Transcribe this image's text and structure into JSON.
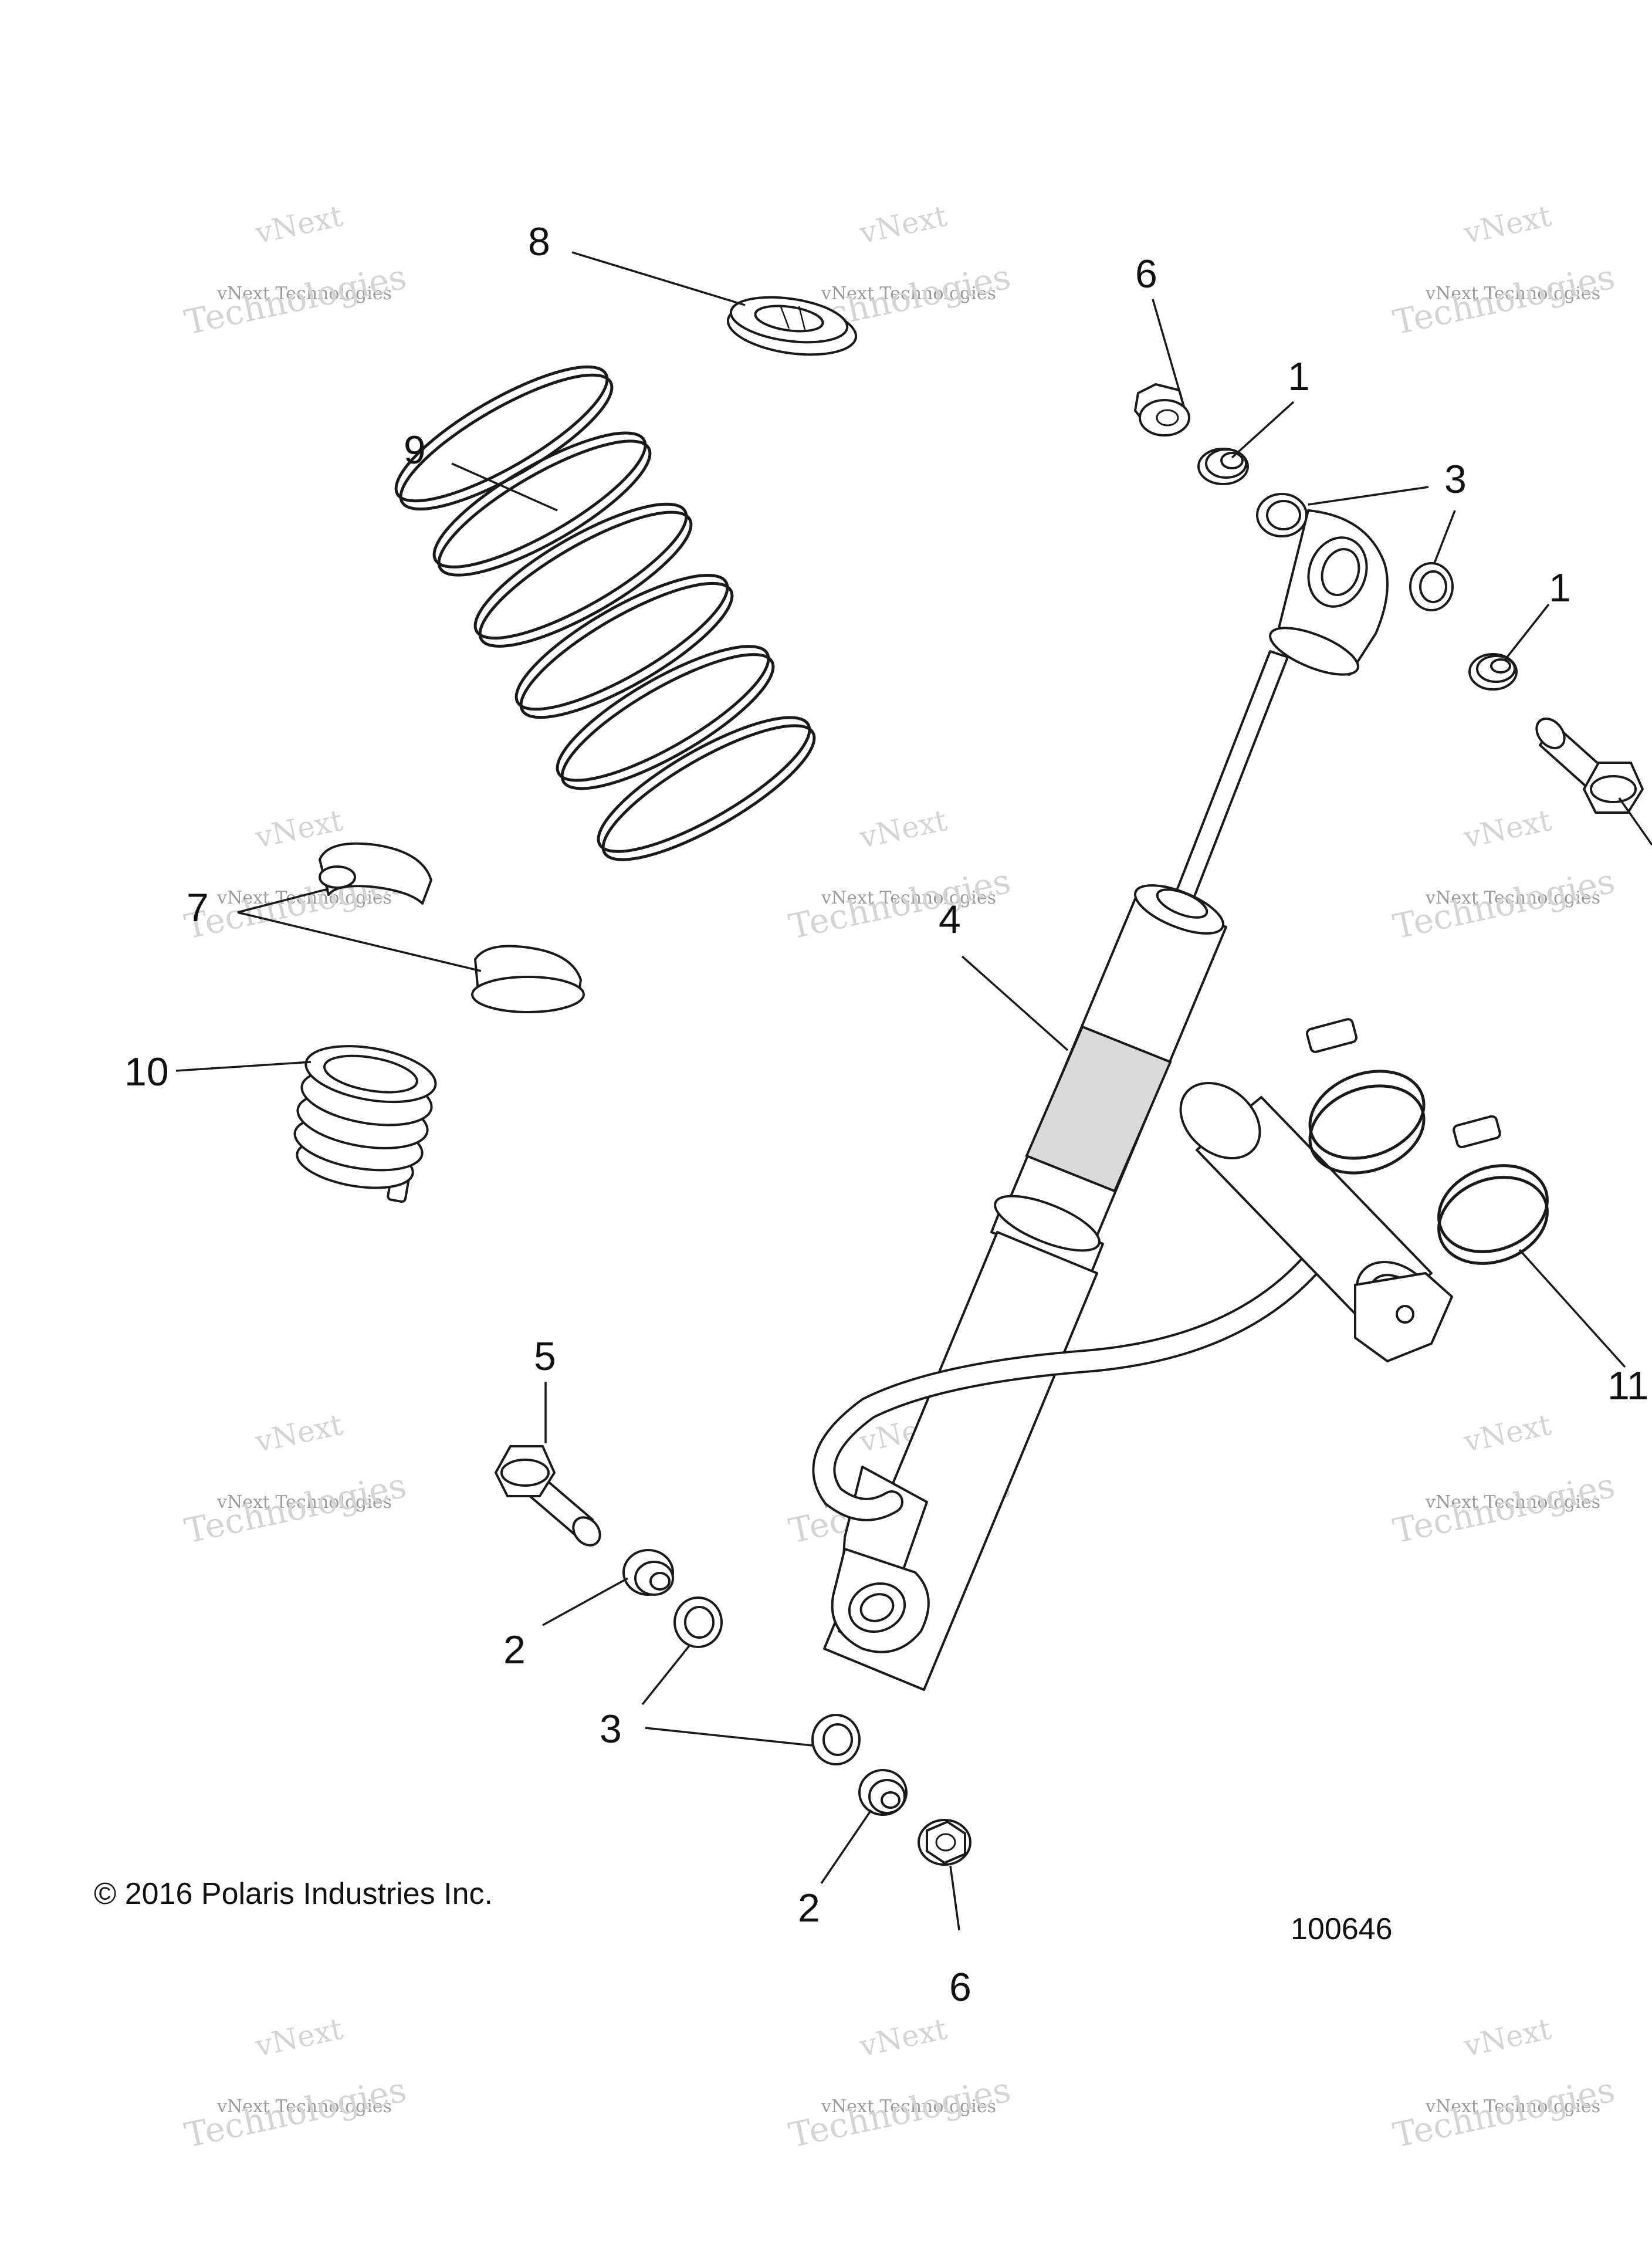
{
  "diagram": {
    "callouts": [
      {
        "id": "c8",
        "label": "8"
      },
      {
        "id": "c9",
        "label": "9"
      },
      {
        "id": "c7",
        "label": "7"
      },
      {
        "id": "c10",
        "label": "10"
      },
      {
        "id": "c6a",
        "label": "6"
      },
      {
        "id": "c1a",
        "label": "1"
      },
      {
        "id": "c3a",
        "label": "3"
      },
      {
        "id": "c1b",
        "label": "1"
      },
      {
        "id": "c4",
        "label": "4"
      },
      {
        "id": "c11",
        "label": "11"
      },
      {
        "id": "c5",
        "label": "5"
      },
      {
        "id": "c2a",
        "label": "2"
      },
      {
        "id": "c3b",
        "label": "3"
      },
      {
        "id": "c2b",
        "label": "2"
      },
      {
        "id": "c6b",
        "label": "6"
      }
    ],
    "copyright": "© 2016 Polaris Industries Inc.",
    "figure_number": "100646",
    "watermark": {
      "line1": "vNext",
      "line2": "vNext Technologies",
      "line3": "Technologies"
    }
  }
}
